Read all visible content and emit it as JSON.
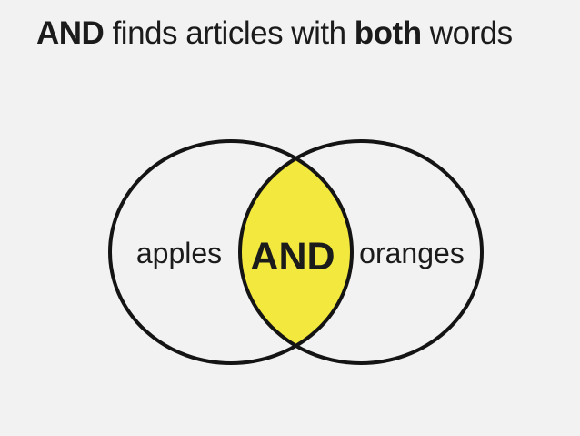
{
  "slide": {
    "background_color": "#f2f2f2",
    "text_color": "#1b1b1b",
    "title": {
      "full_text": "AND finds articles with both words",
      "segments": [
        {
          "text": "AND ",
          "bold": true
        },
        {
          "text": "finds articles with ",
          "bold": false
        },
        {
          "text": "both",
          "bold": true
        },
        {
          "text": " words",
          "bold": false
        }
      ]
    },
    "venn": {
      "type": "venn-diagram",
      "left_set_label": "apples",
      "right_set_label": "oranges",
      "intersection_label": "AND",
      "intersection_fill_color": "#F3E83E",
      "circle_outline_color": "#141414",
      "circle_fill": "none"
    }
  }
}
